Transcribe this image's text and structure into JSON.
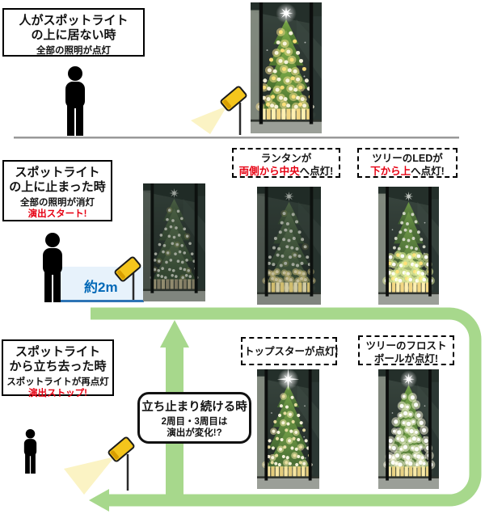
{
  "row1": {
    "box": {
      "title1": "人がスポットライト",
      "title2": "の上に居ない時",
      "subtitle": "全部の照明が点灯"
    }
  },
  "row2": {
    "box": {
      "title1": "スポットライト",
      "title2": "の上に止まった時",
      "subtitle": "全部の照明が消灯",
      "highlight": "演出スタート!"
    },
    "distance": "約2m",
    "callout_lantern": {
      "line1": "ランタンが",
      "red2": "両側から中央",
      "rest2": "へ点灯!"
    },
    "callout_led": {
      "line1": "ツリーのLEDが",
      "red2": "下から上",
      "rest2": "へ点灯!"
    }
  },
  "row3": {
    "box": {
      "title1": "スポットライト",
      "title2": "から立ち去った時",
      "subtitle": "スポットライトが再点灯",
      "highlight": "演出ストップ!"
    },
    "loop_box": {
      "title": "立ち止まり続ける時",
      "sub1": "2周目・3周目は",
      "sub2": "演出が変化!?"
    },
    "callout_topstar": {
      "line1": "トップスターが点灯!"
    },
    "callout_frost": {
      "line1": "ツリーのフロスト",
      "line2": "ボールが点灯!"
    }
  },
  "trees": [
    {
      "id": "tree-all-on",
      "state": "all_lights_on"
    },
    {
      "id": "tree-off",
      "state": "all_lights_off"
    },
    {
      "id": "tree-lanterns",
      "state": "lanterns_both_sides_to_center"
    },
    {
      "id": "tree-led",
      "state": "led_bottom_to_top"
    },
    {
      "id": "tree-topstar",
      "state": "top_star_on"
    },
    {
      "id": "tree-frost",
      "state": "frost_balls_on"
    }
  ],
  "colors": {
    "accent_green": "#A7D88C",
    "alert_red": "#E60012",
    "distance_blue_text": "#0068B7",
    "distance_blue_line": "#2E74B5",
    "distance_blue_bg": "#E7F2FB",
    "spotlight_yellow": "#F4C51C",
    "beam_yellow": "#FBF3C4",
    "separator_gray": "#999999"
  }
}
